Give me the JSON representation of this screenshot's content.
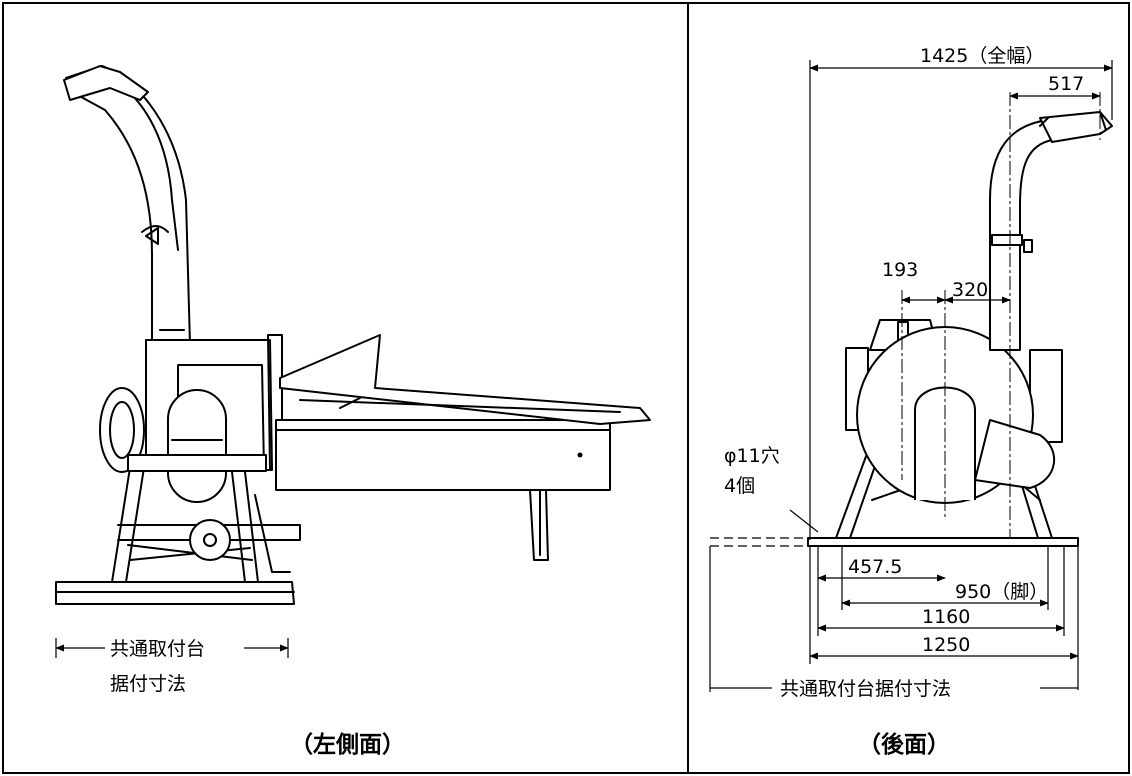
{
  "left_view": {
    "caption": "（左側面）",
    "mount_label_line1": "共通取付台",
    "mount_label_line2": "据付寸法"
  },
  "rear_view": {
    "caption": "（後面）",
    "dim_total_width": "1425（全幅）",
    "dim_517": "517",
    "dim_193": "193",
    "dim_320": "320",
    "hole_label_line1": "φ11穴",
    "hole_label_line2": "4個",
    "dim_457_5": "457.5",
    "dim_950_leg": "950（脚）",
    "dim_1160": "1160",
    "dim_1250": "1250",
    "mount_label": "共通取付台据付寸法"
  }
}
